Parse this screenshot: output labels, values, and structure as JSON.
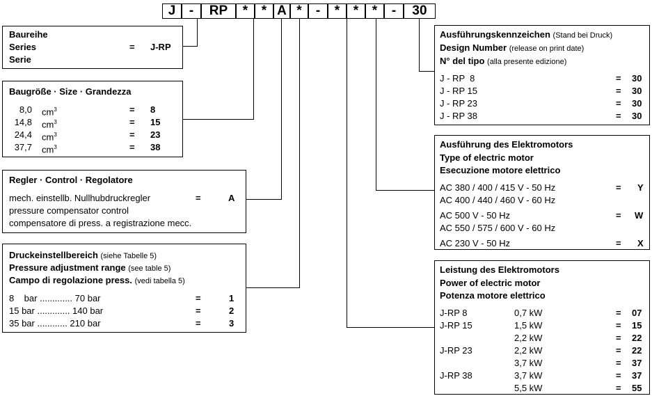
{
  "code": {
    "segments": [
      "J",
      "-",
      "RP",
      "*",
      "*",
      "A",
      "*",
      "-",
      "*",
      "*",
      "*",
      "-",
      "30"
    ]
  },
  "series_box": {
    "lines": [
      "Baureihe",
      "Series",
      "Serie"
    ],
    "eq": "=",
    "value": "J-RP"
  },
  "size_box": {
    "title": "Baugröße · Size · Grandezza",
    "rows": [
      {
        "num": "8,0",
        "unit": "cm",
        "exp": "3",
        "eq": "=",
        "value": "8"
      },
      {
        "num": "14,8",
        "unit": "cm",
        "exp": "3",
        "eq": "=",
        "value": "15"
      },
      {
        "num": "24,4",
        "unit": "cm",
        "exp": "3",
        "eq": "=",
        "value": "23"
      },
      {
        "num": "37,7",
        "unit": "cm",
        "exp": "3",
        "eq": "=",
        "value": "38"
      }
    ]
  },
  "control_box": {
    "title": "Regler · Control · Regolatore",
    "line1": "mech. einstellb. Nullhubdruckregler",
    "eq": "=",
    "value": "A",
    "line2": "pressure compensator control",
    "line3": "compensatore di press. a registrazione mecc."
  },
  "pressure_box": {
    "title1": "Druckeinstellbereich",
    "title1_note": "(siehe Tabelle 5)",
    "title2": "Pressure adjustment range",
    "title2_note": "(see table 5)",
    "title3": "Campo di regolazione press.",
    "title3_note": "(vedi tabella 5)",
    "rows": [
      {
        "label": "8    bar ............. 70 bar",
        "eq": "=",
        "value": "1"
      },
      {
        "label": "15 bar ............. 140 bar",
        "eq": "=",
        "value": "2"
      },
      {
        "label": "35 bar ............ 210 bar",
        "eq": "=",
        "value": "3"
      }
    ]
  },
  "design_box": {
    "title1": "Ausführungskennzeichen",
    "title1_note": "(Stand bei Druck)",
    "title2": "Design Number",
    "title2_note": "(release on print date)",
    "title3": "N° del tipo",
    "title3_note": "(alla presente edizione)",
    "rows": [
      {
        "label": "J - RP  8",
        "eq": "=",
        "value": "30"
      },
      {
        "label": "J - RP 15",
        "eq": "=",
        "value": "30"
      },
      {
        "label": "J - RP 23",
        "eq": "=",
        "value": "30"
      },
      {
        "label": "J - RP 38",
        "eq": "=",
        "value": "30"
      }
    ]
  },
  "motor_box": {
    "title1": "Ausführung des Elektromotors",
    "title2": "Type of electric motor",
    "title3": "Esecuzione motore elettrico",
    "rows": [
      {
        "label": "AC 380 / 400 / 415 V - 50 Hz",
        "eq": "=",
        "value": "Y"
      },
      {
        "label": "AC 400 / 440 / 460 V - 60 Hz",
        "eq": "",
        "value": ""
      },
      {
        "label": "AC 500 V - 50 Hz",
        "eq": "=",
        "value": "W"
      },
      {
        "label": "AC 550 / 575 / 600 V - 60 Hz",
        "eq": "",
        "value": ""
      },
      {
        "label": "AC 230 V - 50 Hz",
        "eq": "=",
        "value": "X"
      }
    ]
  },
  "power_box": {
    "title1": "Leistung des Elektromotors",
    "title2": "Power of electric motor",
    "title3": "Potenza motore elettrico",
    "rows": [
      {
        "model": "J-RP 8",
        "kw": "0,7 kW",
        "eq": "=",
        "value": "07"
      },
      {
        "model": "J-RP 15",
        "kw": "1,5 kW",
        "eq": "=",
        "value": "15"
      },
      {
        "model": "",
        "kw": "2,2 kW",
        "eq": "=",
        "value": "22"
      },
      {
        "model": "J-RP 23",
        "kw": "2,2 kW",
        "eq": "=",
        "value": "22"
      },
      {
        "model": "",
        "kw": "3,7 kW",
        "eq": "=",
        "value": "37"
      },
      {
        "model": "J-RP 38",
        "kw": "3,7 kW",
        "eq": "=",
        "value": "37"
      },
      {
        "model": "",
        "kw": "5,5 kW",
        "eq": "=",
        "value": "55"
      }
    ]
  }
}
